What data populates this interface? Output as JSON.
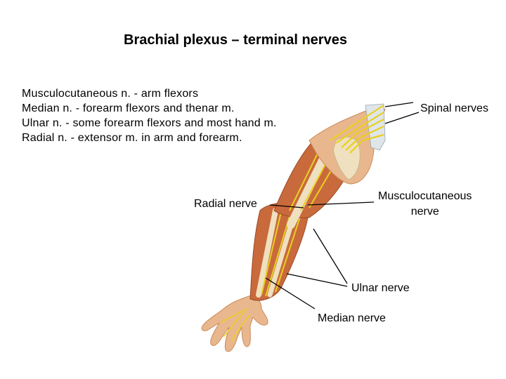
{
  "title": "Brachial plexus – terminal nerves",
  "descriptions": [
    "Musculocutaneous n. - arm flexors",
    "Median n. - forearm flexors and thenar m.",
    "Ulnar n. - some forearm flexors and most hand m.",
    "Radial n. - extensor m. in arm and forearm."
  ],
  "labels": {
    "spinal": "Spinal nerves",
    "radial": "Radial nerve",
    "musculocutaneous_line1": "Musculocutaneous",
    "musculocutaneous_line2": "nerve",
    "ulnar": "Ulnar nerve",
    "median": "Median nerve"
  },
  "colors": {
    "skin": "#e9b78e",
    "skin_dark": "#c98a5c",
    "muscle": "#c96a3c",
    "bone": "#efe0bf",
    "nerve": "#e8d020"
  }
}
